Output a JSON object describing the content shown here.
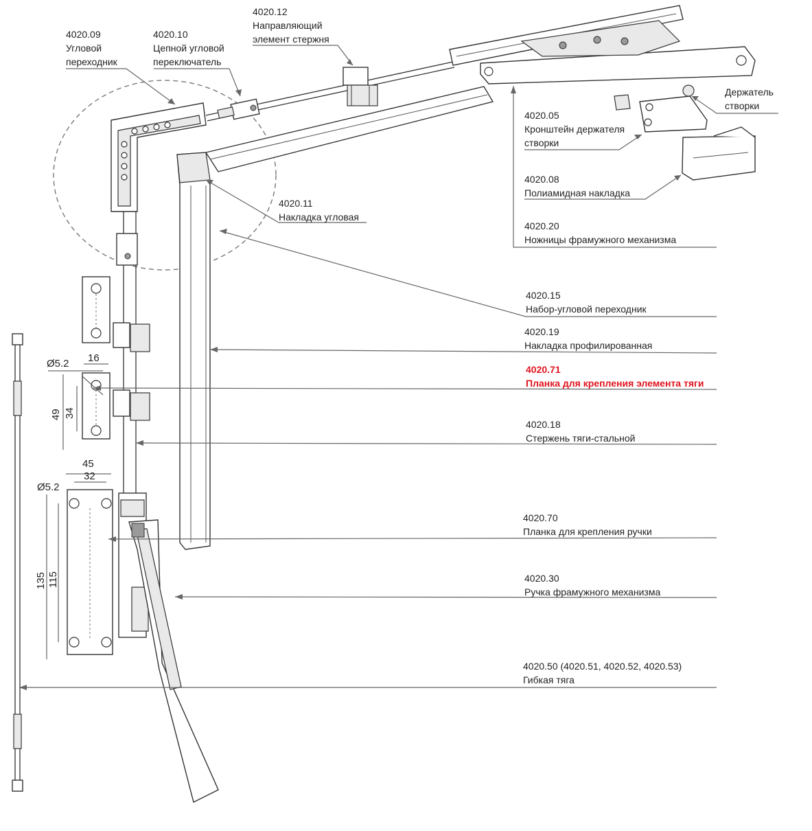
{
  "accent_color": "#e0141e",
  "callouts": [
    {
      "id": "c4020-09",
      "code": "4020.09",
      "name": "Угловой переходник"
    },
    {
      "id": "c4020-10",
      "code": "4020.10",
      "name": "Цепной угловой переключатель"
    },
    {
      "id": "c4020-12",
      "code": "4020.12",
      "name": "Направляющий элемент стержня"
    },
    {
      "id": "c-holder",
      "code": "",
      "name": "Держатель створки"
    },
    {
      "id": "c4020-05",
      "code": "4020.05",
      "name": "Кронштейн держателя створки"
    },
    {
      "id": "c4020-08",
      "code": "4020.08",
      "name": "Полиамидная накладка"
    },
    {
      "id": "c4020-11",
      "code": "4020.11",
      "name": "Накладка угловая"
    },
    {
      "id": "c4020-20",
      "code": "4020.20",
      "name": "Ножницы фрамужного механизма"
    },
    {
      "id": "c4020-15",
      "code": "4020.15",
      "name": "Набор-угловой переходник"
    },
    {
      "id": "c4020-19",
      "code": "4020.19",
      "name": "Накладка профилированная"
    },
    {
      "id": "c4020-71",
      "code": "4020.71",
      "name": "Планка для крепления элемента тяги",
      "highlight": true
    },
    {
      "id": "c4020-18",
      "code": "4020.18",
      "name": "Стержень тяги-стальной"
    },
    {
      "id": "c4020-70",
      "code": "4020.70",
      "name": "Планка для крепления ручки"
    },
    {
      "id": "c4020-30",
      "code": "4020.30",
      "name": "Ручка фрамужного механизма"
    },
    {
      "id": "c4020-50",
      "code": "4020.50 (4020.51, 4020.52, 4020.53)",
      "name": "Гибкая тяга"
    }
  ],
  "dimensions": {
    "small_plate": {
      "hole_diameter": "Ø5.2",
      "width": "16",
      "height_outer": "49",
      "height_inner": "34"
    },
    "large_plate": {
      "hole_diameter": "Ø5.2",
      "width_outer": "45",
      "width_inner": "32",
      "height_outer": "135",
      "height_inner": "115"
    }
  }
}
